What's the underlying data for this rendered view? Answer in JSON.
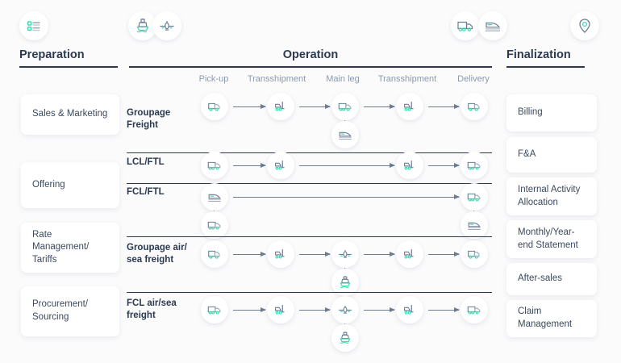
{
  "sections": {
    "preparation": {
      "title": "Preparation",
      "icon": "list-icon"
    },
    "operation": {
      "title": "Operation",
      "icons": [
        "ship-icon",
        "plane-icon",
        "truck-icon",
        "train-icon"
      ],
      "columns": [
        "Pick-up",
        "Transshipment",
        "Main leg",
        "Transshipment",
        "Delivery"
      ]
    },
    "finalization": {
      "title": "Finalization",
      "icon": "location-pin-icon"
    }
  },
  "preparation_cards": [
    {
      "label": "Sales & Marketing"
    },
    {
      "label": "Offering"
    },
    {
      "label": "Rate Management/ Tariffs"
    },
    {
      "label": "Procurement/ Sourcing"
    }
  ],
  "finalization_cards": [
    {
      "label": "Billing"
    },
    {
      "label": "F&A"
    },
    {
      "label": "Internal Activity Allocation"
    },
    {
      "label": "Monthly/Year-end Statement"
    },
    {
      "label": "After-sales"
    },
    {
      "label": "Claim Management"
    }
  ],
  "flow_rows": [
    {
      "label": "Groupage Freight",
      "nodes": [
        "van-icon",
        "forklift-icon",
        "truck-icon",
        "forklift-icon",
        "van-icon"
      ],
      "alternatives": {
        "main_leg": "train-icon"
      }
    },
    {
      "label": "LCL/FTL",
      "nodes": [
        "truck-icon",
        "forklift-icon",
        "",
        "forklift-icon",
        "truck-icon"
      ],
      "alternatives": {}
    },
    {
      "label": "FCL/FTL",
      "nodes": [
        "train-icon",
        "",
        "",
        "",
        "truck-icon"
      ],
      "alternatives": {
        "pickup": "truck-icon",
        "delivery": "train-icon"
      }
    },
    {
      "label": "Groupage air/ sea freight",
      "nodes": [
        "van-icon",
        "forklift-icon",
        "plane-icon",
        "forklift-icon",
        "van-icon"
      ],
      "alternatives": {
        "main_leg": "ship-icon"
      }
    },
    {
      "label": "FCL air/sea freight",
      "nodes": [
        "truck-icon",
        "forklift-icon",
        "plane-icon",
        "forklift-icon",
        "truck-icon"
      ],
      "alternatives": {
        "main_leg": "ship-icon"
      }
    }
  ],
  "colors": {
    "accent": "#3fd9b0",
    "icon_body": "#6b7b90",
    "title": "#2b3a4f",
    "muted": "#8d99ab",
    "background": "#fbfbfc"
  }
}
